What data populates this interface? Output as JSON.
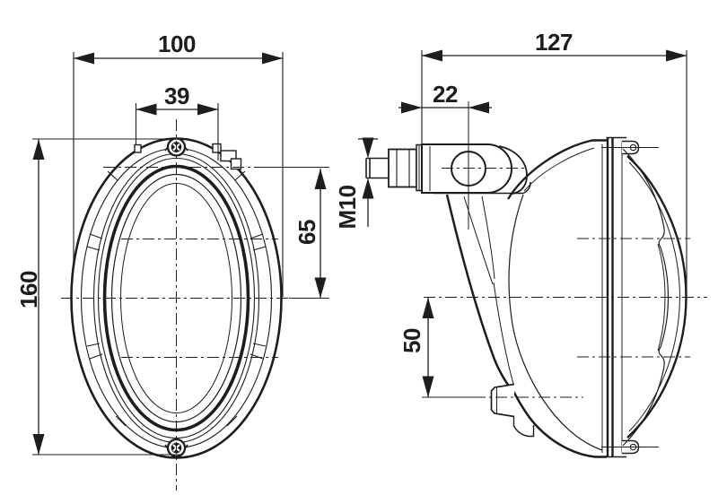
{
  "front_view": {
    "width_label": "100",
    "bracket_width_label": "39",
    "height_label": "160",
    "upper_offset_label": "65"
  },
  "side_view": {
    "depth_label": "127",
    "pivot_offset_label": "22",
    "thread_label": "M10",
    "connector_offset_label": "50"
  },
  "colors": {
    "line": "#1d1d1b",
    "background": "#ffffff"
  }
}
